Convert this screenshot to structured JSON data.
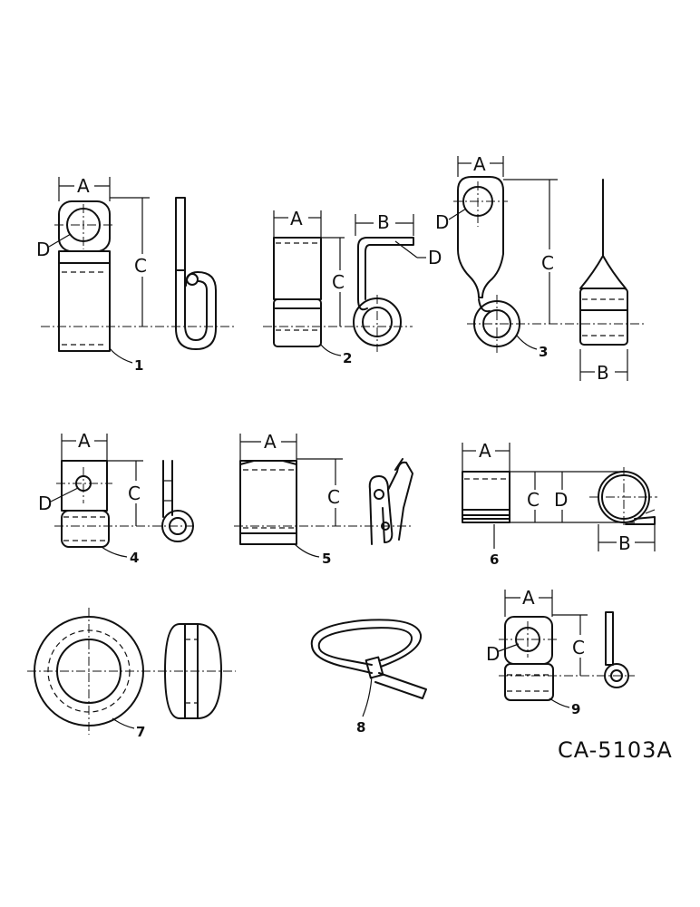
{
  "dimension_labels": {
    "a": "A",
    "b": "B",
    "c": "C",
    "d": "D"
  },
  "items": [
    {
      "number": "1"
    },
    {
      "number": "2"
    },
    {
      "number": "3"
    },
    {
      "number": "4"
    },
    {
      "number": "5"
    },
    {
      "number": "6"
    },
    {
      "number": "7"
    },
    {
      "number": "8"
    },
    {
      "number": "9"
    }
  ],
  "drawing_code": "CA-5103A"
}
